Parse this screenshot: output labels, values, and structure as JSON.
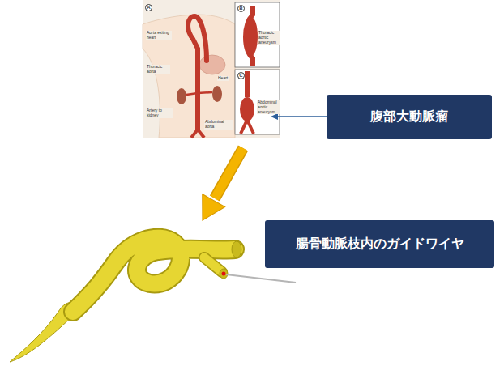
{
  "diagram": {
    "nodes": [
      {
        "text": [
          "腹部大動脈瘤"
        ]
      },
      {
        "text": [
          "腸骨動脈枝内のガイドワイヤ"
        ]
      }
    ],
    "labels": [
      "A",
      "Aorta exiting heart",
      "Thoracic aorta",
      "Heart",
      "Artery to kidney",
      "Abdominal aorta",
      "B",
      "Thoracic aortic aneurysm",
      "C",
      "Abdominal aortic aneurysm"
    ]
  }
}
